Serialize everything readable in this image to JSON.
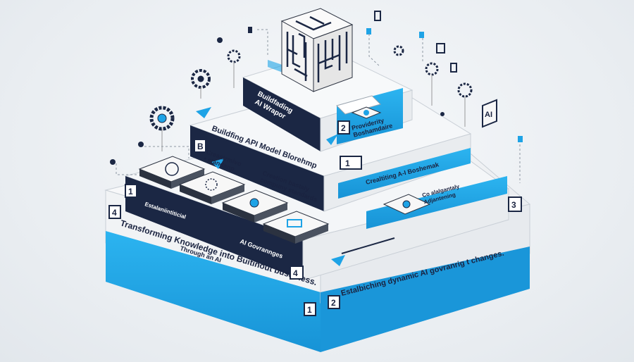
{
  "labels": {
    "top_block": "Buildfading\nAI Wrapor",
    "provider": "Providerity\nBoshamdaire",
    "api_model": "Buildfing API   Model Blorehmp",
    "creative": "Creaatrmivo\n• standanp",
    "creation": "Creation bastaly\ncompuny standards",
    "benchmark": "Crealtiting A-I Boshemak",
    "ongoing": "Co alalgantaly\nAdjantening",
    "establish_int": "Estalaniintiticial",
    "transform": "Transforming Knowledge into Buitinout busdiness.",
    "through": "Through an AI",
    "governance": "AI Govrannges",
    "establish_dyn": "Estalbiching dynamic AI govranrig t changes.",
    "ai_badge": "AI"
  },
  "numbers": {
    "n1_top": "1",
    "n2_top": "2",
    "n_b": "B",
    "n1_mid": "1",
    "n4_mid": "4",
    "n4_bottom": "4",
    "n3_right": "3",
    "n1_front": "1",
    "n2_front": "2"
  },
  "colors": {
    "accent_blue": "#1ea3e6",
    "navy": "#1b2744",
    "slab_white": "#f3f5f7",
    "slab_gray": "#d9dde2"
  }
}
